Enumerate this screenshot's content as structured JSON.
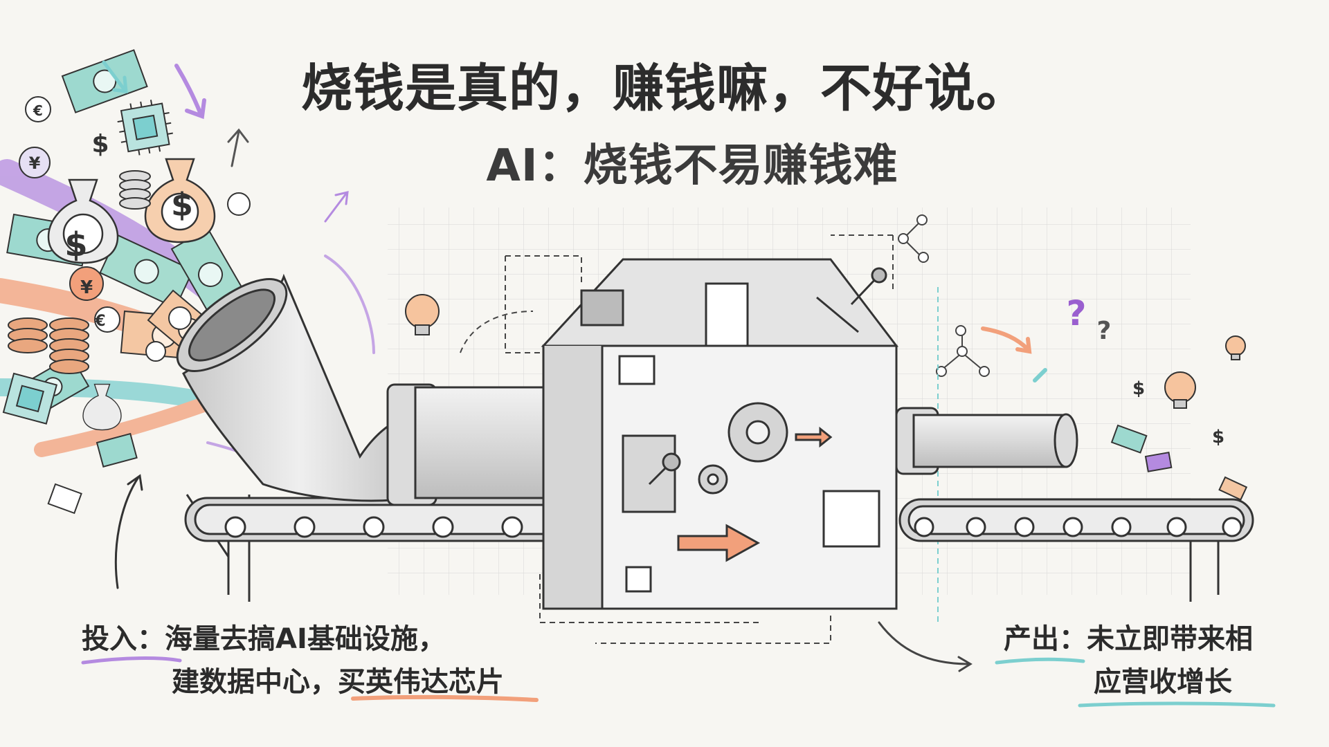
{
  "title": "烧钱是真的，赚钱嘛，不好说。",
  "subtitle": "AI：烧钱不易赚钱难",
  "input": {
    "label": "投入：",
    "line1": "海量去搞AI基础设施，",
    "line2a": "建数据中心，",
    "line2b": "买英伟达芯片"
  },
  "output": {
    "label": "产出：",
    "line1": "未立即带来相",
    "line2": "应营收增长"
  },
  "symbols": {
    "dollar": "$",
    "yen": "¥",
    "euro": "€",
    "question": "?"
  },
  "colors": {
    "purple": "#b48ae0",
    "orange": "#f2a07b",
    "teal": "#7ccfcf",
    "ink": "#2b2b2b"
  }
}
